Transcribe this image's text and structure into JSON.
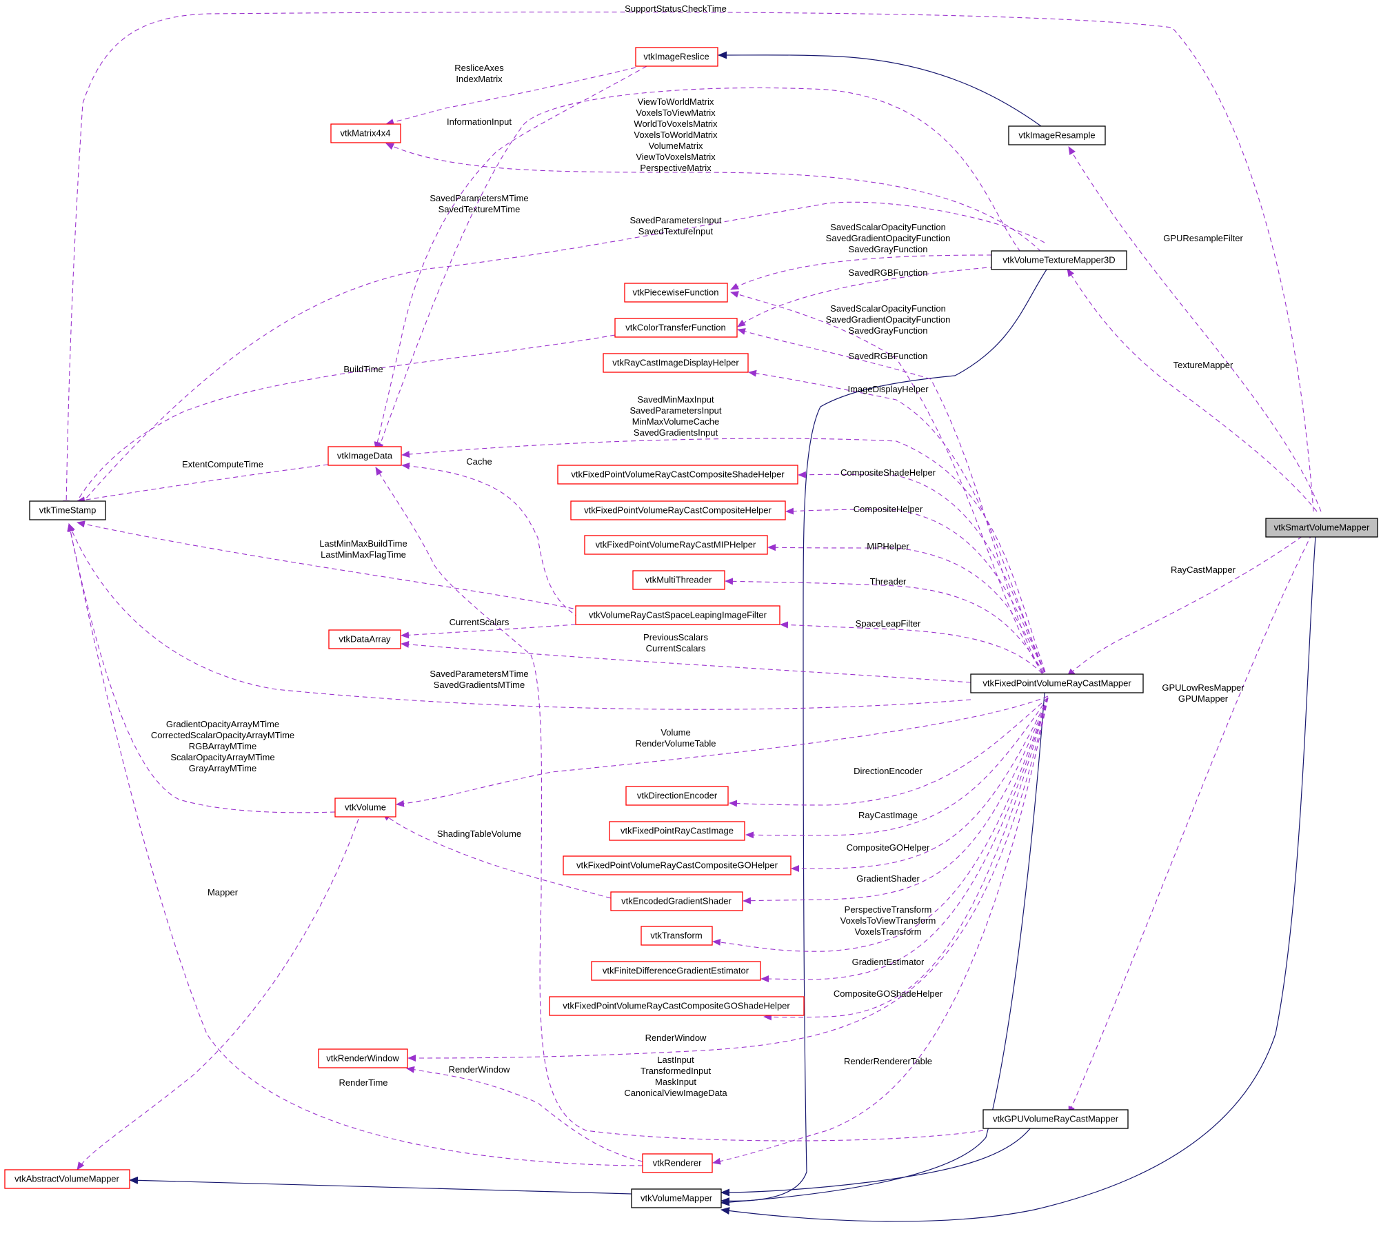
{
  "nodes": {
    "time_stamp": "vtkTimeStamp",
    "image_reslice": "vtkImageReslice",
    "matrix4x4": "vtkMatrix4x4",
    "image_resample": "vtkImageResample",
    "texture_mapper_3d": "vtkVolumeTextureMapper3D",
    "piecewise_function": "vtkPiecewiseFunction",
    "color_transfer_function": "vtkColorTransferFunction",
    "raycast_image_display_helper": "vtkRayCastImageDisplayHelper",
    "image_data": "vtkImageData",
    "composite_shade_helper": "vtkFixedPointVolumeRayCastCompositeShadeHelper",
    "composite_helper": "vtkFixedPointVolumeRayCastCompositeHelper",
    "mip_helper": "vtkFixedPointVolumeRayCastMIPHelper",
    "multi_threader": "vtkMultiThreader",
    "space_leaping_filter": "vtkVolumeRayCastSpaceLeapingImageFilter",
    "data_array": "vtkDataArray",
    "fixed_point_mapper": "vtkFixedPointVolumeRayCastMapper",
    "smart_volume_mapper": "vtkSmartVolumeMapper",
    "volume": "vtkVolume",
    "direction_encoder": "vtkDirectionEncoder",
    "fixed_point_raycast_image": "vtkFixedPointRayCastImage",
    "composite_go_helper": "vtkFixedPointVolumeRayCastCompositeGOHelper",
    "encoded_gradient_shader": "vtkEncodedGradientShader",
    "transform": "vtkTransform",
    "finite_difference_estimator": "vtkFiniteDifferenceGradientEstimator",
    "composite_go_shade_helper": "vtkFixedPointVolumeRayCastCompositeGOShadeHelper",
    "render_window": "vtkRenderWindow",
    "gpu_mapper": "vtkGPUVolumeRayCastMapper",
    "renderer": "vtkRenderer",
    "abstract_volume_mapper": "vtkAbstractVolumeMapper",
    "volume_mapper": "vtkVolumeMapper"
  },
  "labels": {
    "support_status": "SupportStatusCheckTime",
    "reslice_axes": [
      "ResliceAxes",
      "IndexMatrix"
    ],
    "information_input": "InformationInput",
    "texture_matrices": [
      "ViewToWorldMatrix",
      "VoxelsToViewMatrix",
      "WorldToVoxelsMatrix",
      "VoxelsToWorldMatrix",
      "VolumeMatrix",
      "ViewToVoxelsMatrix",
      "PerspectiveMatrix"
    ],
    "saved_params_mtime_texture": [
      "SavedParametersMTime",
      "SavedTextureMTime"
    ],
    "saved_params_input": [
      "SavedParametersInput",
      "SavedTextureInput"
    ],
    "gpu_resample_filter": "GPUResampleFilter",
    "tex_scalar_opacity": [
      "SavedScalarOpacityFunction",
      "SavedGradientOpacityFunction",
      "SavedGrayFunction"
    ],
    "tex_rgb": "SavedRGBFunction",
    "fp_scalar_opacity": [
      "SavedScalarOpacityFunction",
      "SavedGradientOpacityFunction",
      "SavedGrayFunction"
    ],
    "fp_rgb": "SavedRGBFunction",
    "build_time": "BuildTime",
    "texture_mapper": "TextureMapper",
    "image_display_helper": "ImageDisplayHelper",
    "min_max": [
      "SavedMinMaxInput",
      "SavedParametersInput",
      "MinMaxVolumeCache",
      "SavedGradientsInput"
    ],
    "extent_compute_time": "ExtentComputeTime",
    "cache": "Cache",
    "composite_shade_helper": "CompositeShadeHelper",
    "composite_helper": "CompositeHelper",
    "mip_helper": "MIPHelper",
    "last_min_max": [
      "LastMinMaxBuildTime",
      "LastMinMaxFlagTime"
    ],
    "threader": "Threader",
    "raycast_mapper": "RayCastMapper",
    "current_scalars": "CurrentScalars",
    "space_leap_filter": "SpaceLeapFilter",
    "previous_scalars": [
      "PreviousScalars",
      "CurrentScalars"
    ],
    "saved_params_gradients": [
      "SavedParametersMTime",
      "SavedGradientsMTime"
    ],
    "gpu_low_res": [
      "GPULowResMapper",
      "GPUMapper"
    ],
    "gradient_opacity": [
      "GradientOpacityArrayMTime",
      "CorrectedScalarOpacityArrayMTime",
      "RGBArrayMTime",
      "ScalarOpacityArrayMTime",
      "GrayArrayMTime"
    ],
    "volume_render_table": [
      "Volume",
      "RenderVolumeTable"
    ],
    "direction_encoder": "DirectionEncoder",
    "raycast_image": "RayCastImage",
    "shading_table_volume": "ShadingTableVolume",
    "composite_go_helper": "CompositeGOHelper",
    "mapper": "Mapper",
    "gradient_shader": "GradientShader",
    "transforms": [
      "PerspectiveTransform",
      "VoxelsToViewTransform",
      "VoxelsTransform"
    ],
    "gradient_estimator": "GradientEstimator",
    "composite_go_shade_helper": "CompositeGOShadeHelper",
    "render_window_fp": "RenderWindow",
    "render_renderer_table": "RenderRendererTable",
    "last_input": [
      "LastInput",
      "TransformedInput",
      "MaskInput",
      "CanonicalViewImageData"
    ],
    "render_time": "RenderTime",
    "render_window_renderer": "RenderWindow"
  },
  "colors": {
    "uses_edge": "#9a32cd",
    "inherit_edge": "#191970",
    "external_class_border": "#ff0000",
    "focus_fill": "#bfbfbf"
  }
}
